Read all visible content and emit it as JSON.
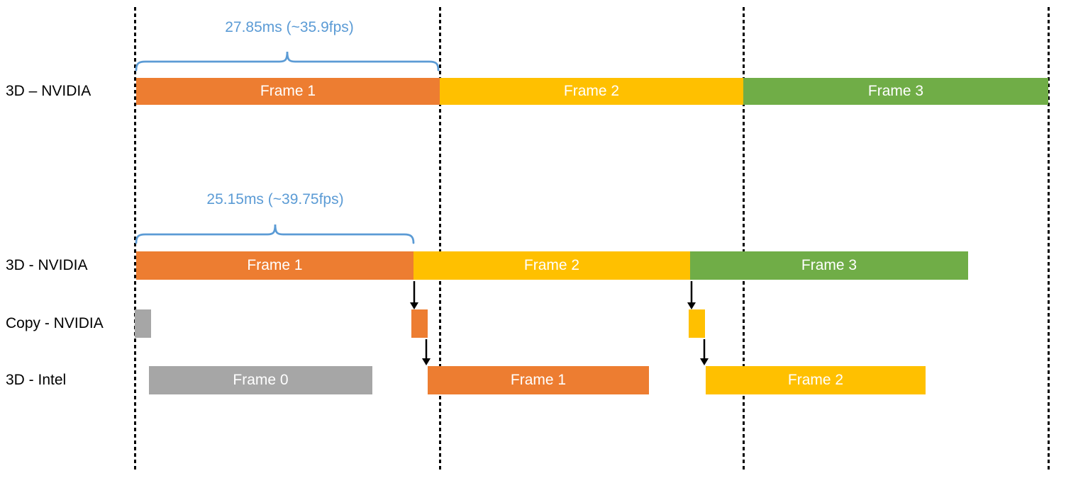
{
  "annotations": {
    "top_brace_label": "27.85ms (~35.9fps)",
    "bottom_brace_label": "25.15ms (~39.75fps)"
  },
  "rows": {
    "nvidia_only": {
      "label": "3D – NVIDIA",
      "bars": [
        {
          "label": "Frame 1",
          "color": "#ED7D31"
        },
        {
          "label": "Frame 2",
          "color": "#FFC000"
        },
        {
          "label": "Frame 3",
          "color": "#70AD47"
        }
      ]
    },
    "nvidia_hybrid": {
      "label": "3D - NVIDIA",
      "bars": [
        {
          "label": "Frame 1",
          "color": "#ED7D31"
        },
        {
          "label": "Frame 2",
          "color": "#FFC000"
        },
        {
          "label": "Frame 3",
          "color": "#70AD47"
        }
      ]
    },
    "copy_nvidia": {
      "label": "Copy - NVIDIA",
      "bars": [
        {
          "label": "",
          "color": "#A6A6A6"
        },
        {
          "label": "",
          "color": "#ED7D31"
        },
        {
          "label": "",
          "color": "#FFC000"
        }
      ]
    },
    "intel": {
      "label": "3D - Intel",
      "bars": [
        {
          "label": "Frame 0",
          "color": "#A6A6A6"
        },
        {
          "label": "Frame 1",
          "color": "#ED7D31"
        },
        {
          "label": "Frame 2",
          "color": "#FFC000"
        }
      ]
    }
  },
  "colors": {
    "orange": "#ED7D31",
    "yellow": "#FFC000",
    "green": "#70AD47",
    "gray": "#A6A6A6",
    "annotation_blue": "#5B9BD5",
    "line_black": "#000000",
    "background": "#FFFFFF"
  }
}
